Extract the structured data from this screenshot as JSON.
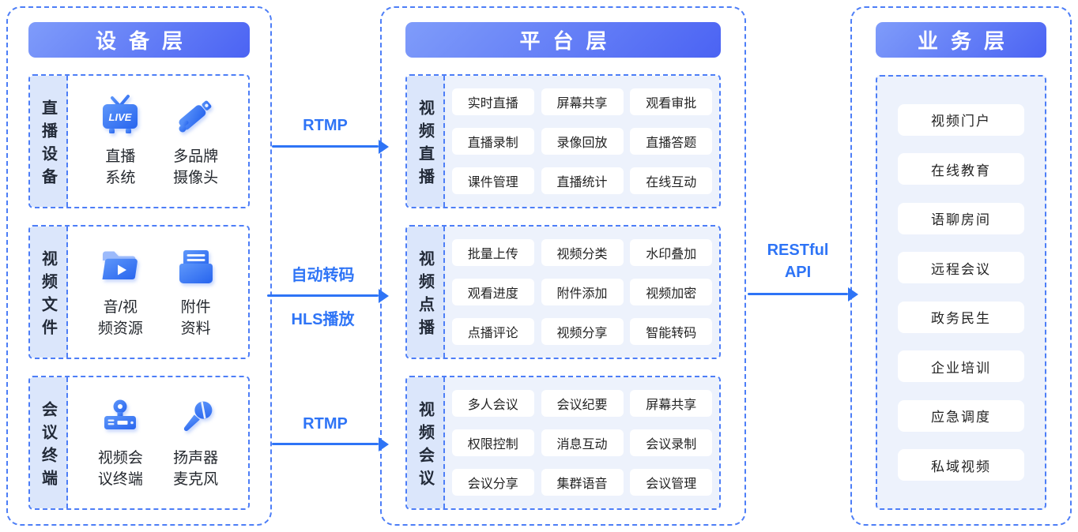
{
  "colors": {
    "dash_border": "#4d7ef7",
    "header_grad_start": "#7f9cfa",
    "header_grad_end": "#4b63f3",
    "label_strip_bg": "#dbe6fb",
    "section_bg": "#edf2fc",
    "chip_bg": "#ffffff",
    "arrow_blue": "#2e74f6",
    "text_dark": "#25292f"
  },
  "device_layer": {
    "title": "设备层",
    "sections": [
      {
        "label": "直播设备",
        "items": [
          {
            "icon": "live-tv-icon",
            "line1": "直播",
            "line2": "系统"
          },
          {
            "icon": "cctv-camera-icon",
            "line1": "多品牌",
            "line2": "摄像头"
          }
        ]
      },
      {
        "label": "视频文件",
        "items": [
          {
            "icon": "folder-play-icon",
            "line1": "音/视",
            "line2": "频资源"
          },
          {
            "icon": "attachment-box-icon",
            "line1": "附件",
            "line2": "资料"
          }
        ]
      },
      {
        "label": "会议终端",
        "items": [
          {
            "icon": "conference-terminal-icon",
            "line1": "视频会",
            "line2": "议终端"
          },
          {
            "icon": "microphone-icon",
            "line1": "扬声器",
            "line2": "麦克风"
          }
        ]
      }
    ]
  },
  "platform_layer": {
    "title": "平台层",
    "sections": [
      {
        "label": "视频直播",
        "chips": [
          "实时直播",
          "屏幕共享",
          "观看审批",
          "直播录制",
          "录像回放",
          "直播答题",
          "课件管理",
          "直播统计",
          "在线互动"
        ]
      },
      {
        "label": "视频点播",
        "chips": [
          "批量上传",
          "视频分类",
          "水印叠加",
          "观看进度",
          "附件添加",
          "视频加密",
          "点播评论",
          "视频分享",
          "智能转码"
        ]
      },
      {
        "label": "视频会议",
        "chips": [
          "多人会议",
          "会议纪要",
          "屏幕共享",
          "权限控制",
          "消息互动",
          "会议录制",
          "会议分享",
          "集群语音",
          "会议管理"
        ]
      }
    ]
  },
  "business_layer": {
    "title": "业务层",
    "items": [
      "视频门户",
      "在线教育",
      "语聊房间",
      "远程会议",
      "政务民生",
      "企业培训",
      "应急调度",
      "私域视频"
    ]
  },
  "arrows": {
    "a1": {
      "label": "RTMP"
    },
    "a2": {
      "label_top": "自动转码",
      "label_bottom": "HLS播放"
    },
    "a3": {
      "label": "RTMP"
    },
    "a4": {
      "line1": "RESTful",
      "line2": "API"
    }
  }
}
